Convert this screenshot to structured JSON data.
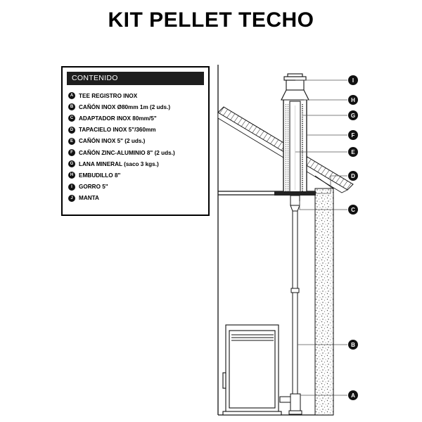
{
  "title": "KIT PELLET TECHO",
  "legend": {
    "header": "CONTENIDO",
    "items": [
      {
        "letter": "A",
        "label": "TEE REGISTRO INOX"
      },
      {
        "letter": "B",
        "label": "CAÑÓN INOX  Ø80mm 1m (2 uds.)"
      },
      {
        "letter": "C",
        "label": "ADAPTADOR INOX 80mm/5\""
      },
      {
        "letter": "D",
        "label": "TAPACIELO INOX 5\"/360mm"
      },
      {
        "letter": "E",
        "label": "CAÑÓN INOX 5\" (2 uds.)"
      },
      {
        "letter": "F",
        "label": "CAÑÓN ZINC-ALUMINIO 8\" (2 uds.)"
      },
      {
        "letter": "G",
        "label": "LANA MINERAL (saco 3 kgs.)"
      },
      {
        "letter": "H",
        "label": "EMBUDILLO 8\""
      },
      {
        "letter": "I",
        "label": "GORRO 5\""
      },
      {
        "letter": "J",
        "label": "MANTA"
      }
    ]
  },
  "callouts": [
    "I",
    "H",
    "G",
    "F",
    "E",
    "D",
    "C",
    "B",
    "A"
  ],
  "colors": {
    "ink": "#111111",
    "header_bg": "#1e1e1e"
  }
}
